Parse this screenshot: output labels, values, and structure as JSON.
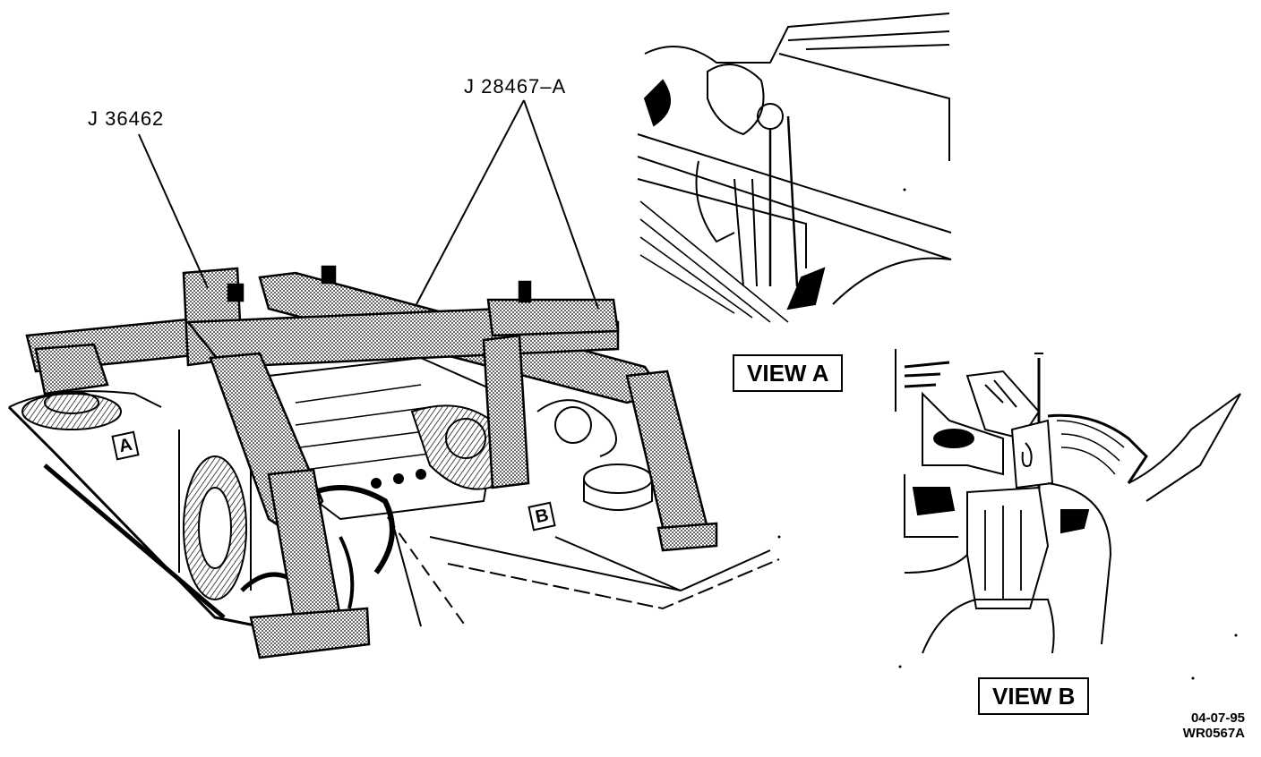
{
  "callouts": {
    "tool_left": "J 36462",
    "tool_right": "J 28467–A"
  },
  "views": {
    "view_a": "VIEW A",
    "view_b": "VIEW B"
  },
  "markers": {
    "a": "A",
    "b": "B"
  },
  "figure_code": {
    "date": "04-07-95",
    "id": "WR0567A"
  },
  "colors": {
    "ink": "#000000",
    "paper": "#ffffff",
    "stipple": "#5a5a5a"
  }
}
